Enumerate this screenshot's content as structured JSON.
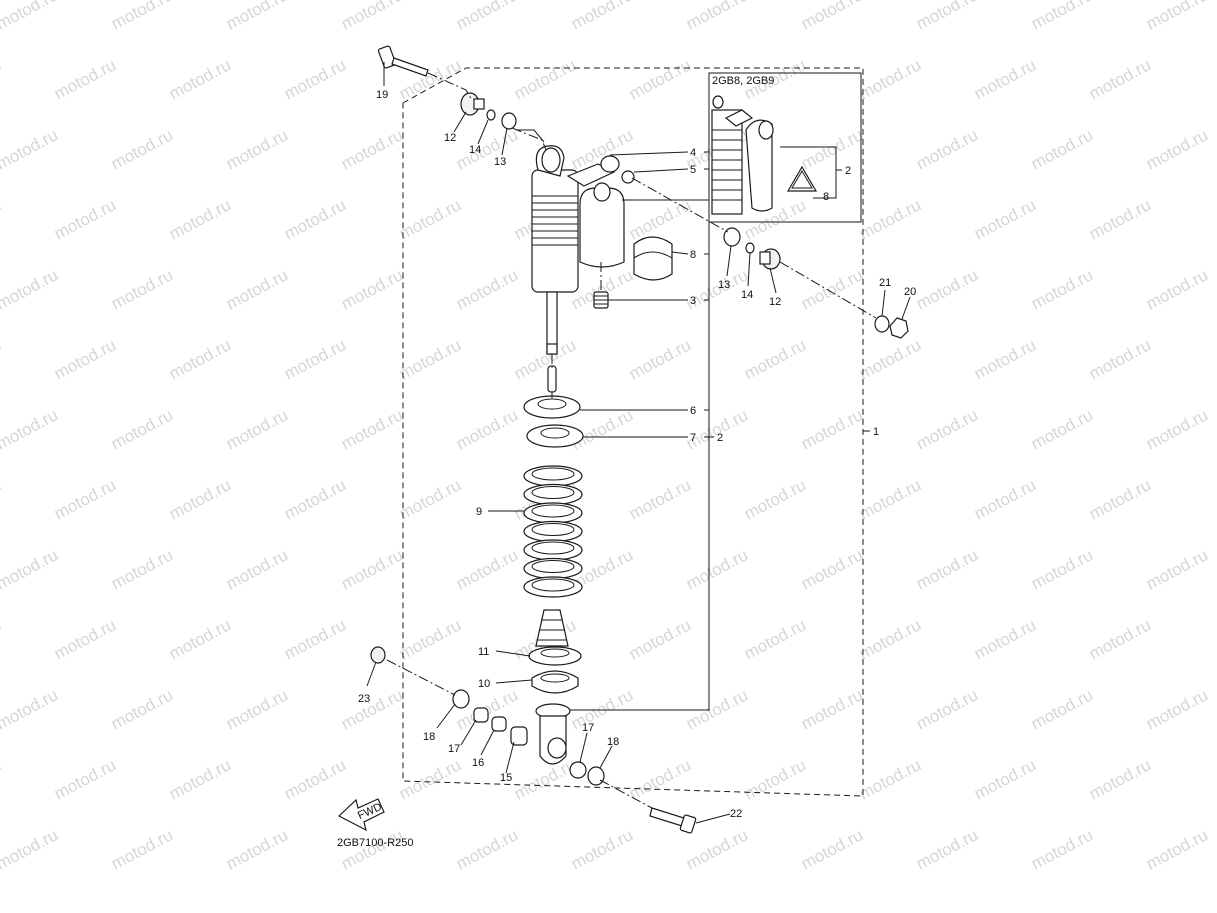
{
  "watermark": {
    "text": "motod.ru",
    "color": "#d6d6d6"
  },
  "diagram_code": "2GB7100-R250",
  "inset_title": "2GB8, 2GB9",
  "fwd_label": "FWD",
  "callouts": [
    {
      "id": "c19",
      "text": "19"
    },
    {
      "id": "c12a",
      "text": "12"
    },
    {
      "id": "c14a",
      "text": "14"
    },
    {
      "id": "c13a",
      "text": "13"
    },
    {
      "id": "c4",
      "text": "4"
    },
    {
      "id": "c5",
      "text": "5"
    },
    {
      "id": "c8a",
      "text": "8"
    },
    {
      "id": "c3",
      "text": "3"
    },
    {
      "id": "c13b",
      "text": "13"
    },
    {
      "id": "c14b",
      "text": "14"
    },
    {
      "id": "c12b",
      "text": "12"
    },
    {
      "id": "c21",
      "text": "21"
    },
    {
      "id": "c20",
      "text": "20"
    },
    {
      "id": "c6",
      "text": "6"
    },
    {
      "id": "c7",
      "text": "7"
    },
    {
      "id": "c2a",
      "text": "2"
    },
    {
      "id": "c1",
      "text": "1"
    },
    {
      "id": "c9",
      "text": "9"
    },
    {
      "id": "c11",
      "text": "11"
    },
    {
      "id": "c10",
      "text": "10"
    },
    {
      "id": "c23",
      "text": "23"
    },
    {
      "id": "c18a",
      "text": "18"
    },
    {
      "id": "c17a",
      "text": "17"
    },
    {
      "id": "c16",
      "text": "16"
    },
    {
      "id": "c15",
      "text": "15"
    },
    {
      "id": "c17b",
      "text": "17"
    },
    {
      "id": "c18b",
      "text": "18"
    },
    {
      "id": "c22",
      "text": "22"
    },
    {
      "id": "c2b",
      "text": "2"
    },
    {
      "id": "c8b",
      "text": "8"
    }
  ]
}
